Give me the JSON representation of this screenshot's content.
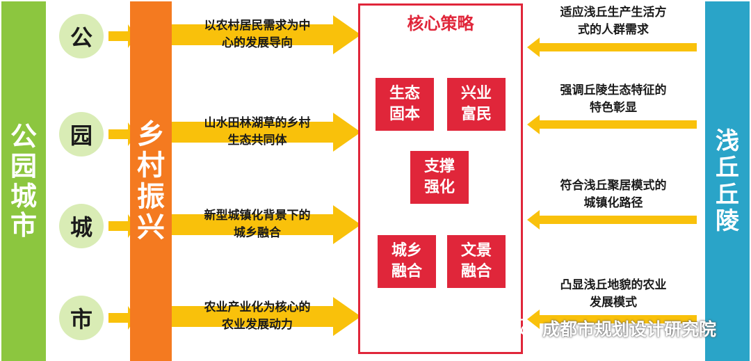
{
  "left_bar": {
    "chars": [
      "公",
      "园",
      "城",
      "市"
    ]
  },
  "circles": [
    "公",
    "园",
    "城",
    "市"
  ],
  "orange_bar": {
    "chars": [
      "乡",
      "村",
      "振",
      "兴"
    ]
  },
  "left_statements": [
    {
      "line1": "以农村居民需求为中",
      "line2": "心的发展导向"
    },
    {
      "line1": "山水田林湖草的乡村",
      "line2": "生态共同体"
    },
    {
      "line1": "新型城镇化背景下的",
      "line2": "城乡融合"
    },
    {
      "line1": "农业产业化为核心的",
      "line2": "农业发展动力"
    }
  ],
  "core": {
    "title": "核心策略",
    "boxes": [
      {
        "line1": "生态",
        "line2": "固本"
      },
      {
        "line1": "兴业",
        "line2": "富民"
      },
      {
        "line1": "支撑",
        "line2": "强化"
      },
      {
        "line1": "城乡",
        "line2": "融合"
      },
      {
        "line1": "文景",
        "line2": "融合"
      }
    ]
  },
  "right_statements": [
    {
      "line1": "适应浅丘生产生活方",
      "line2": "式的人群需求"
    },
    {
      "line1": "强调丘陵生态特征的",
      "line2": "特色彰显"
    },
    {
      "line1": "符合浅丘聚居模式的",
      "line2": "城镇化路径"
    },
    {
      "line1": "凸显浅丘地貌的农业",
      "line2": "发展模式"
    }
  ],
  "right_bar": {
    "chars": [
      "浅",
      "丘",
      "丘",
      "陵"
    ]
  },
  "watermark": {
    "text": "成都市规划设计研究院"
  },
  "colors": {
    "green": "#8cc63f",
    "orange": "#f47a20",
    "blue": "#2aa4c8",
    "red": "#e0263a",
    "arrow": "#f9c10b",
    "circle": "#d9ecb5"
  }
}
